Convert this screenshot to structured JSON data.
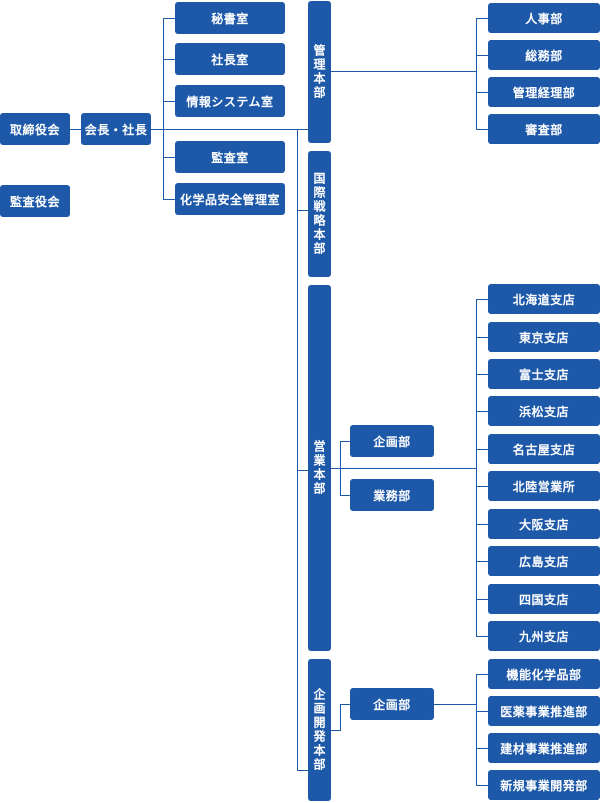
{
  "colors": {
    "box": "#1d59a8",
    "text": "#ffffff",
    "line": "#1d59a8"
  },
  "board": {
    "directors": "取締役会",
    "auditors": "監査役会"
  },
  "executive": {
    "label": "会長・社長"
  },
  "staff": [
    "秘書室",
    "社長室",
    "情報システム室",
    "監査室",
    "化学品安全管理室"
  ],
  "divisions": {
    "management": {
      "label": "管理本部",
      "departments": [
        "人事部",
        "総務部",
        "管理経理部",
        "審査部"
      ]
    },
    "strategy": {
      "label": "国際戦略本部"
    },
    "sales": {
      "label": "営業本部",
      "planning": "企画部",
      "business": "業務部",
      "branches": [
        "北海道支店",
        "東京支店",
        "富士支店",
        "浜松支店",
        "名古屋支店",
        "北陸営業所",
        "大阪支店",
        "広島支店",
        "四国支店",
        "九州支店"
      ]
    },
    "development": {
      "label": "企画開発本部",
      "planning": "企画部",
      "departments": [
        "機能化学品部",
        "医薬事業推進部",
        "建材事業推進部",
        "新規事業開発部"
      ]
    }
  }
}
